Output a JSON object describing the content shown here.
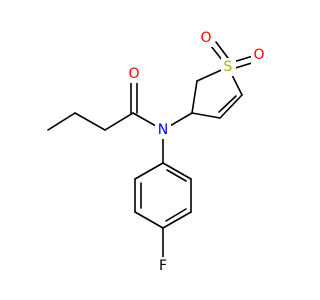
{
  "molecule": {
    "colors": {
      "carbon_bond": "#000000",
      "oxygen": "#ff0000",
      "nitrogen": "#0000ff",
      "sulfur": "#b2b200",
      "fluorine": "#000000"
    },
    "atoms": {
      "amide_oxygen": "O",
      "nitrogen": "N",
      "sulfur": "S",
      "sulfone_oxygen_left": "O",
      "sulfone_oxygen_right": "O",
      "fluorine": "F"
    }
  }
}
